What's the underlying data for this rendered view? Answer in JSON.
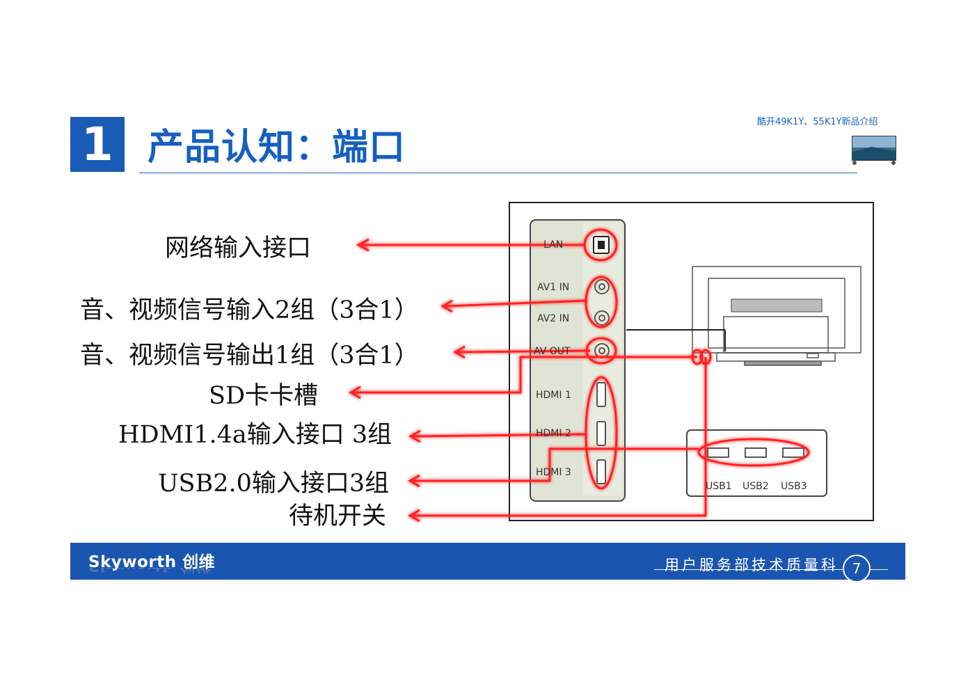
{
  "header": {
    "section_number": "1",
    "title": "产品认知：端口",
    "doc_subtitle": "酷开49K1Y、55K1Y新品介绍"
  },
  "labels": {
    "lan": "网络输入接口",
    "av_in": "音、视频信号输入2组（3合1）",
    "av_out": "音、视频信号输出1组（3合1）",
    "sd": "SD卡卡槽",
    "hdmi": "HDMI1.4a输入接口 3组",
    "usb": "USB2.0输入接口3组",
    "power": "待机开关"
  },
  "panel": {
    "lan": "LAN",
    "av1": "AV1 IN",
    "av2": "AV2 IN",
    "avout": "AV OUT",
    "hdmi1": "HDMI 1",
    "hdmi2": "HDMI 2",
    "hdmi3": "HDMI 3",
    "usb1": "USB1",
    "usb2": "USB2",
    "usb3": "USB3"
  },
  "footer": {
    "brand": "Skyworth 创维",
    "department": "用户服务部技术质量科",
    "page_number": "7"
  },
  "colors": {
    "brand_blue": "#1a55b0",
    "title_blue": "#1560c0",
    "highlight_red": "#ff2020"
  },
  "icons": [
    "arrow-left-icon",
    "tv-thumbnail-icon"
  ]
}
